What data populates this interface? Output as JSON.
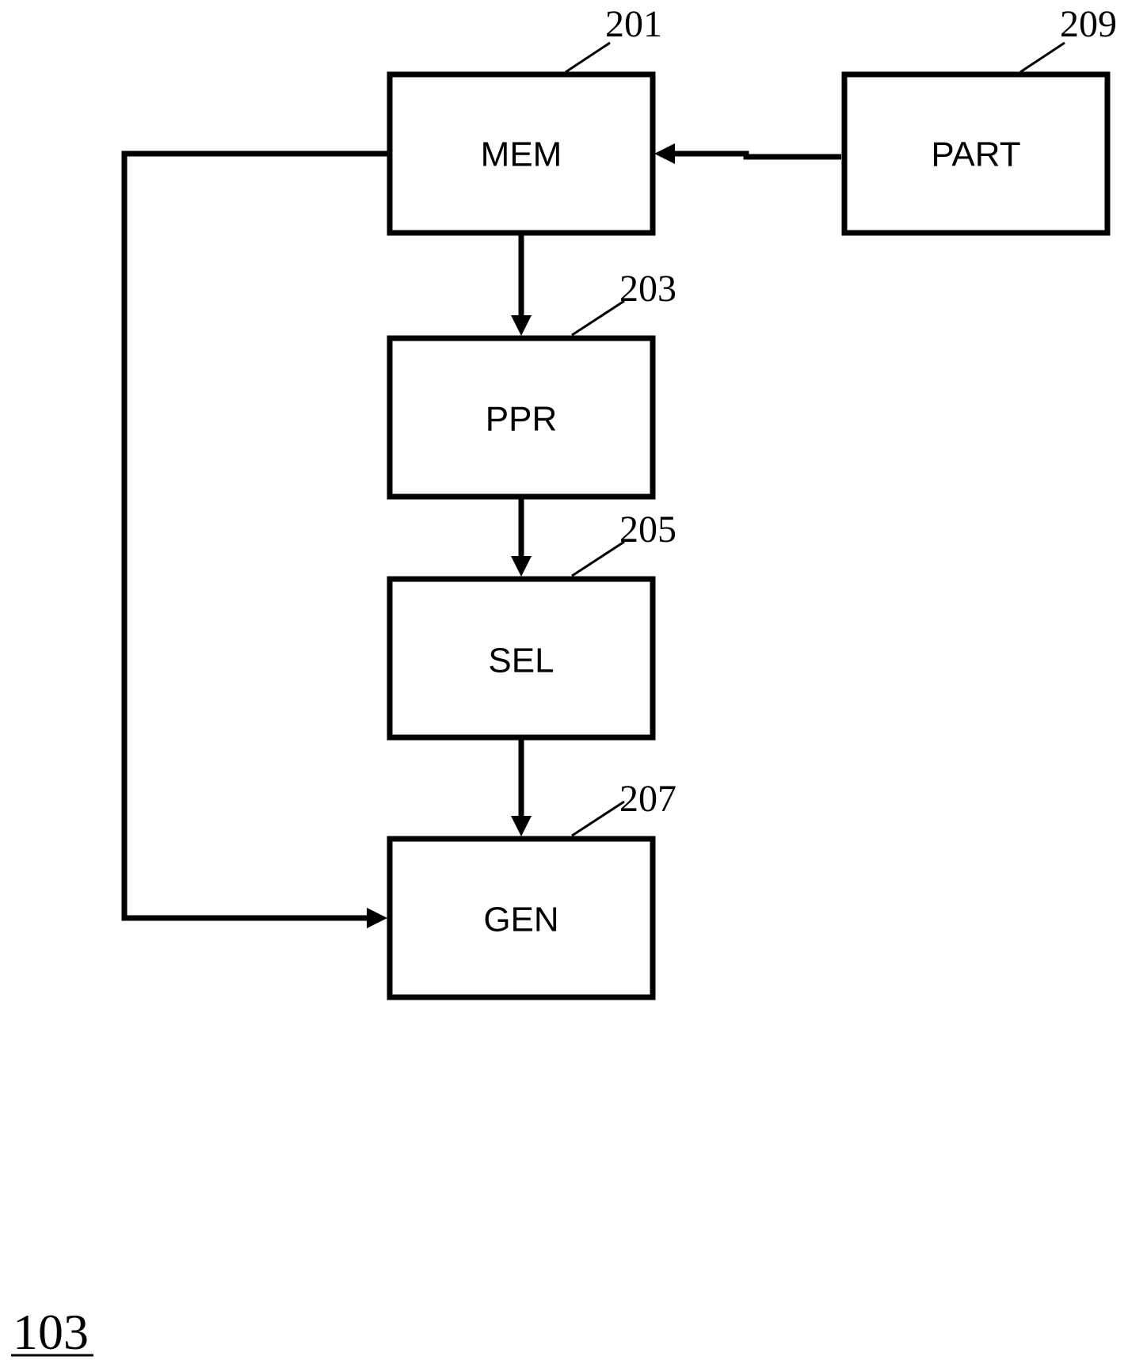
{
  "blocks": {
    "mem": {
      "label": "MEM",
      "ref": "201"
    },
    "ppr": {
      "label": "PPR",
      "ref": "203"
    },
    "sel": {
      "label": "SEL",
      "ref": "205"
    },
    "gen": {
      "label": "GEN",
      "ref": "207"
    },
    "part": {
      "label": "PART",
      "ref": "209"
    }
  },
  "figure": {
    "label": "103"
  },
  "colors": {
    "stroke": "#000000",
    "background": "#ffffff"
  }
}
